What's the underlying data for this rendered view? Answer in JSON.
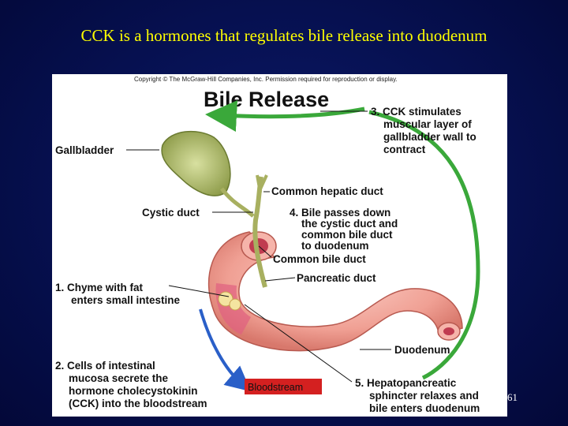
{
  "slide": {
    "title": "CCK is a hormones that regulates bile release into duodenum",
    "page_number": "61"
  },
  "figure": {
    "copyright": "Copyright © The McGraw-Hill Companies, Inc. Permission required for reproduction or display.",
    "title": "Bile Release",
    "labels": {
      "gallbladder": "Gallbladder",
      "cystic_duct": "Cystic duct",
      "common_hepatic_duct": "Common hepatic duct",
      "common_bile_duct": "Common bile duct",
      "pancreatic_duct": "Pancreatic duct",
      "duodenum": "Duodenum",
      "bloodstream": "Bloodstream"
    },
    "steps": {
      "step1": [
        "1. Chyme with fat",
        "enters small intestine"
      ],
      "step2": [
        "2. Cells of intestinal",
        "mucosa secrete the",
        "hormone cholecystokinin",
        "(CCK) into the bloodstream"
      ],
      "step3": [
        "3. CCK stimulates",
        "muscular layer of",
        "gallbladder wall to",
        "contract"
      ],
      "step4": [
        "4. Bile passes down",
        "the cystic duct and",
        "common bile duct",
        "to duodenum"
      ],
      "step5": [
        "5. Hepatopancreatic",
        "sphincter relaxes and",
        "bile enters duodenum"
      ]
    },
    "colors": {
      "bloodstream_box": "#d42020",
      "green_arrow": "#3aa83a",
      "blue_arrow": "#2a5fc8",
      "intestine": "#f3a6a0"
    }
  }
}
